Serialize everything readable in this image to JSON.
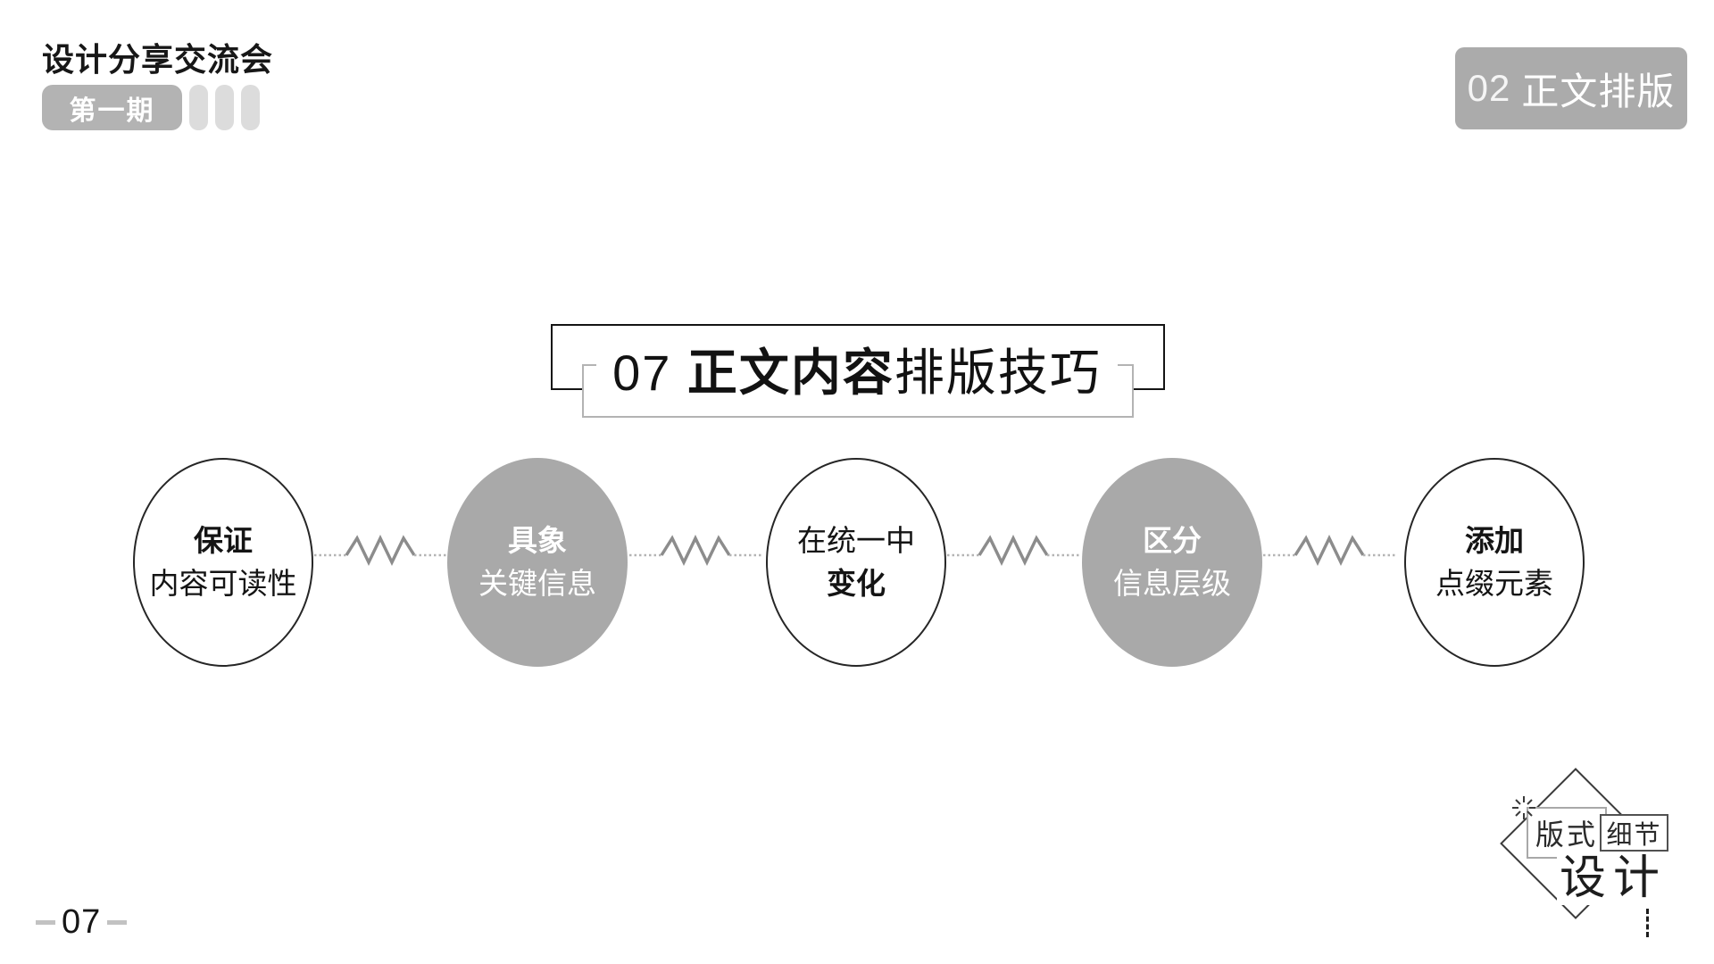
{
  "header": {
    "event_title": "设计分享交流会",
    "issue_label": "第一期",
    "section_number": "02",
    "section_label": "正文排版"
  },
  "title": {
    "number": "07 ",
    "emphasis": "正文内容",
    "suffix": "排版技巧"
  },
  "steps": [
    {
      "line1": "保证",
      "line2": "内容可读性",
      "style": "outline",
      "bold": "line1"
    },
    {
      "line1": "具象",
      "line2": "关键信息",
      "style": "filled",
      "bold": "line1"
    },
    {
      "line1": "在统一中",
      "line2": "变化",
      "style": "outline",
      "bold": "line2"
    },
    {
      "line1": "区分",
      "line2": "信息层级",
      "style": "filled",
      "bold": "line1"
    },
    {
      "line1": "添加",
      "line2": "点缀元素",
      "style": "outline",
      "bold": "line1"
    }
  ],
  "footer": {
    "page": "07"
  },
  "logo": {
    "tag1": "版式",
    "tag2": "细节",
    "main": "设计"
  },
  "colors": {
    "filled_circle": "#a9a9a9",
    "section_badge_bg": "#ababab",
    "issue_badge_bg": "#b3b3b3",
    "light_bar": "#dcdcdc",
    "zigzag_line": "#8c8c8c",
    "dotted_line": "#b4b4b4",
    "text_dark": "#141414"
  }
}
